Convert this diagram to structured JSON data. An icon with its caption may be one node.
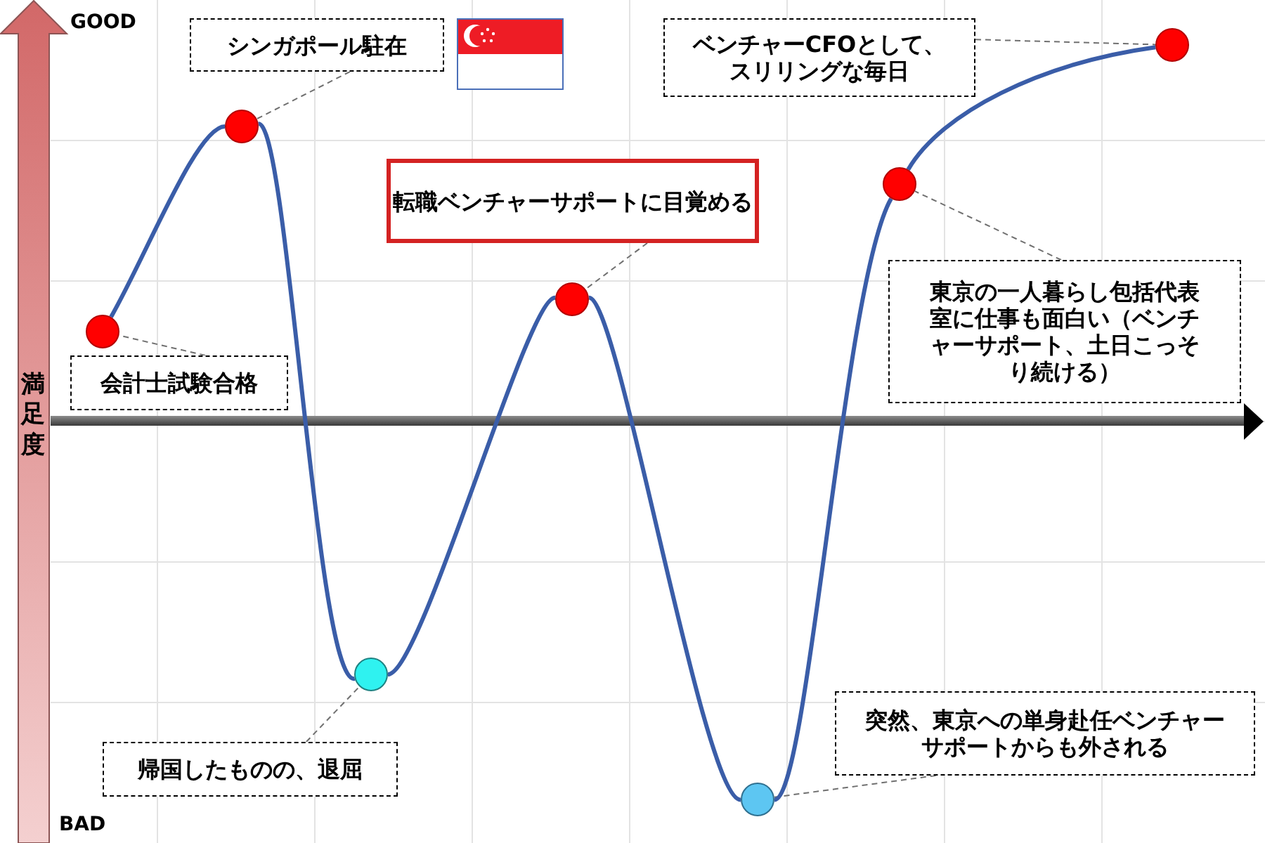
{
  "diagram": {
    "nodes": [
      {
        "text": [
          "会計士試験合格"
        ]
      },
      {
        "text": [],
        "shape": "circle"
      },
      {
        "text": [
          "シンガポール駐在"
        ]
      },
      {
        "text": [],
        "shape": "picture"
      },
      {
        "text": [],
        "shape": "circle"
      },
      {
        "text": [
          "帰国したものの、退屈"
        ]
      },
      {
        "text": [],
        "shape": "circle"
      },
      {
        "text": [
          "転職ベンチャーサポートに目覚める"
        ]
      },
      {
        "text": [],
        "shape": "circle"
      },
      {
        "text": [
          "突然、東京への単身赴任ベンチャーサポートからも外される"
        ]
      },
      {
        "text": [],
        "shape": "circle"
      },
      {
        "text": [
          "東京の一人暮らし包括代表室に仕事も面白い（ベンチャーサポート、土日こっそり続ける）"
        ]
      },
      {
        "text": [],
        "shape": "circle"
      },
      {
        "text": [
          "ベンチャーCFOとして、スリリングな毎日"
        ]
      },
      {
        "text": [],
        "shape": "circle"
      }
    ],
    "edges": [
      {
        "from": 0,
        "to": 1,
        "arrow": "none",
        "style": "dashed"
      },
      {
        "from": 2,
        "to": 4,
        "arrow": "none",
        "style": "dashed"
      },
      {
        "from": 5,
        "to": 6,
        "arrow": "none",
        "style": "dashed"
      },
      {
        "from": 7,
        "to": 8,
        "arrow": "none",
        "style": "dashed"
      },
      {
        "from": 9,
        "to": 10,
        "arrow": "none",
        "style": "dashed"
      },
      {
        "from": 11,
        "to": 12,
        "arrow": "none",
        "style": "dashed"
      },
      {
        "from": 13,
        "to": 14,
        "arrow": "none",
        "style": "dashed"
      },
      {
        "from": 1,
        "to": 4,
        "arrow": "none",
        "style": "thick",
        "color": "#3a5da8"
      },
      {
        "from": 4,
        "to": 6,
        "arrow": "none",
        "style": "thick",
        "color": "#3a5da8"
      },
      {
        "from": 6,
        "to": 8,
        "arrow": "none",
        "style": "thick",
        "color": "#3a5da8"
      },
      {
        "from": 8,
        "to": 10,
        "arrow": "none",
        "style": "thick",
        "color": "#3a5da8"
      },
      {
        "from": 10,
        "to": 12,
        "arrow": "none",
        "style": "thick",
        "color": "#3a5da8"
      },
      {
        "from": 12,
        "to": 14,
        "arrow": "none",
        "style": "thick",
        "color": "#3a5da8"
      }
    ],
    "labels": [
      "GOOD",
      "満足度",
      "BAD"
    ]
  }
}
